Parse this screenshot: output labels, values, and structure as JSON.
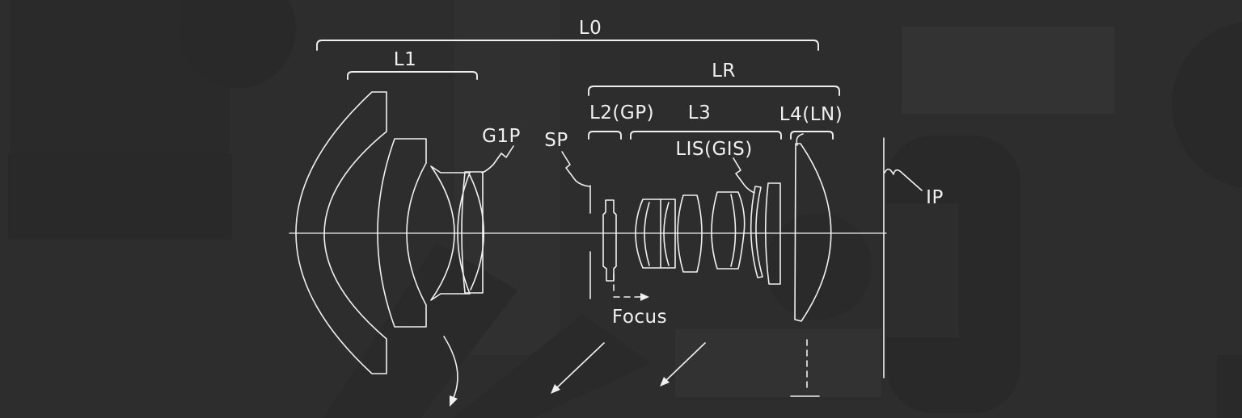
{
  "figure": {
    "type": "patent-lens-cross-section-diagram",
    "colors": {
      "background": "#2d2d2e",
      "line": "#f0f0f0",
      "watermark_dark": "#292929",
      "watermark_light": "#333333"
    },
    "labels": {
      "l0": "L0",
      "l1": "L1",
      "lr": "LR",
      "l2": "L2(GP)",
      "l3": "L3",
      "l4": "L4(LN)",
      "g1p": "G1P",
      "sp": "SP",
      "lis": "LIS(GIS)",
      "focus": "Focus",
      "ip": "IP"
    }
  }
}
